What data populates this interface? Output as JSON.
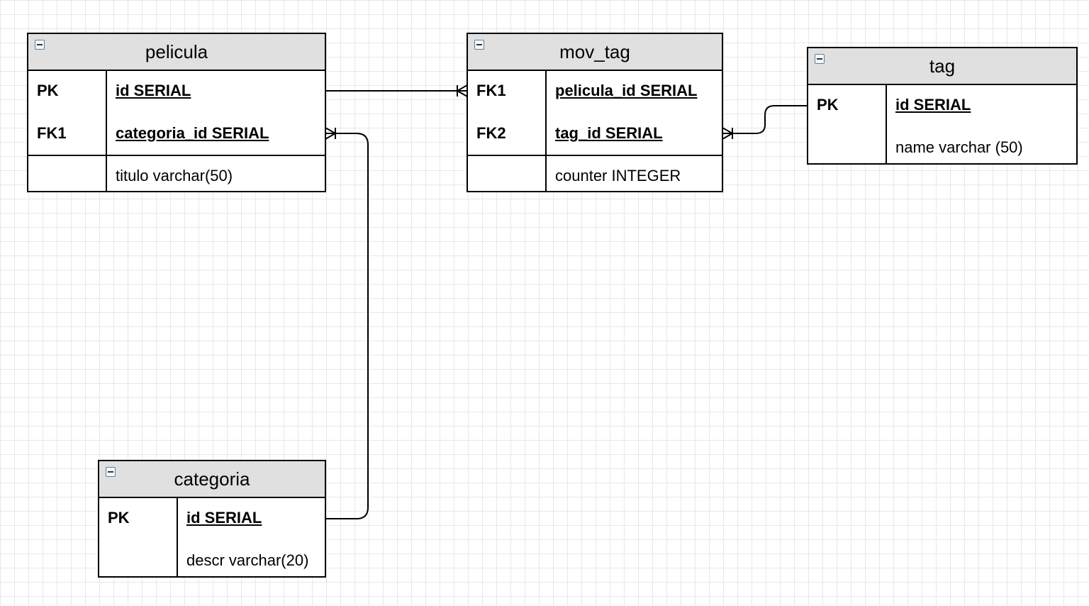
{
  "entities": {
    "pelicula": {
      "name": "pelicula",
      "keys": [
        {
          "key": "PK",
          "field": "id SERIAL"
        },
        {
          "key": "FK1",
          "field": "categoria_id SERIAL"
        }
      ],
      "attributes": [
        "titulo varchar(50)"
      ]
    },
    "mov_tag": {
      "name": "mov_tag",
      "keys": [
        {
          "key": "FK1",
          "field": "pelicula_id SERIAL"
        },
        {
          "key": "FK2",
          "field": "tag_id SERIAL"
        }
      ],
      "attributes": [
        "counter INTEGER"
      ]
    },
    "tag": {
      "name": "tag",
      "keys": [
        {
          "key": "PK",
          "field": "id SERIAL"
        }
      ],
      "attributes": [
        "name varchar (50)"
      ]
    },
    "categoria": {
      "name": "categoria",
      "keys": [
        {
          "key": "PK",
          "field": "id SERIAL"
        }
      ],
      "attributes": [
        "descr varchar(20)"
      ]
    }
  },
  "relationships": [
    {
      "from": "pelicula.id",
      "to": "mov_tag.pelicula_id",
      "cardinality": "one-to-many"
    },
    {
      "from": "tag.id",
      "to": "mov_tag.tag_id",
      "cardinality": "one-to-many"
    },
    {
      "from": "categoria.id",
      "to": "pelicula.categoria_id",
      "cardinality": "one-to-many"
    }
  ]
}
